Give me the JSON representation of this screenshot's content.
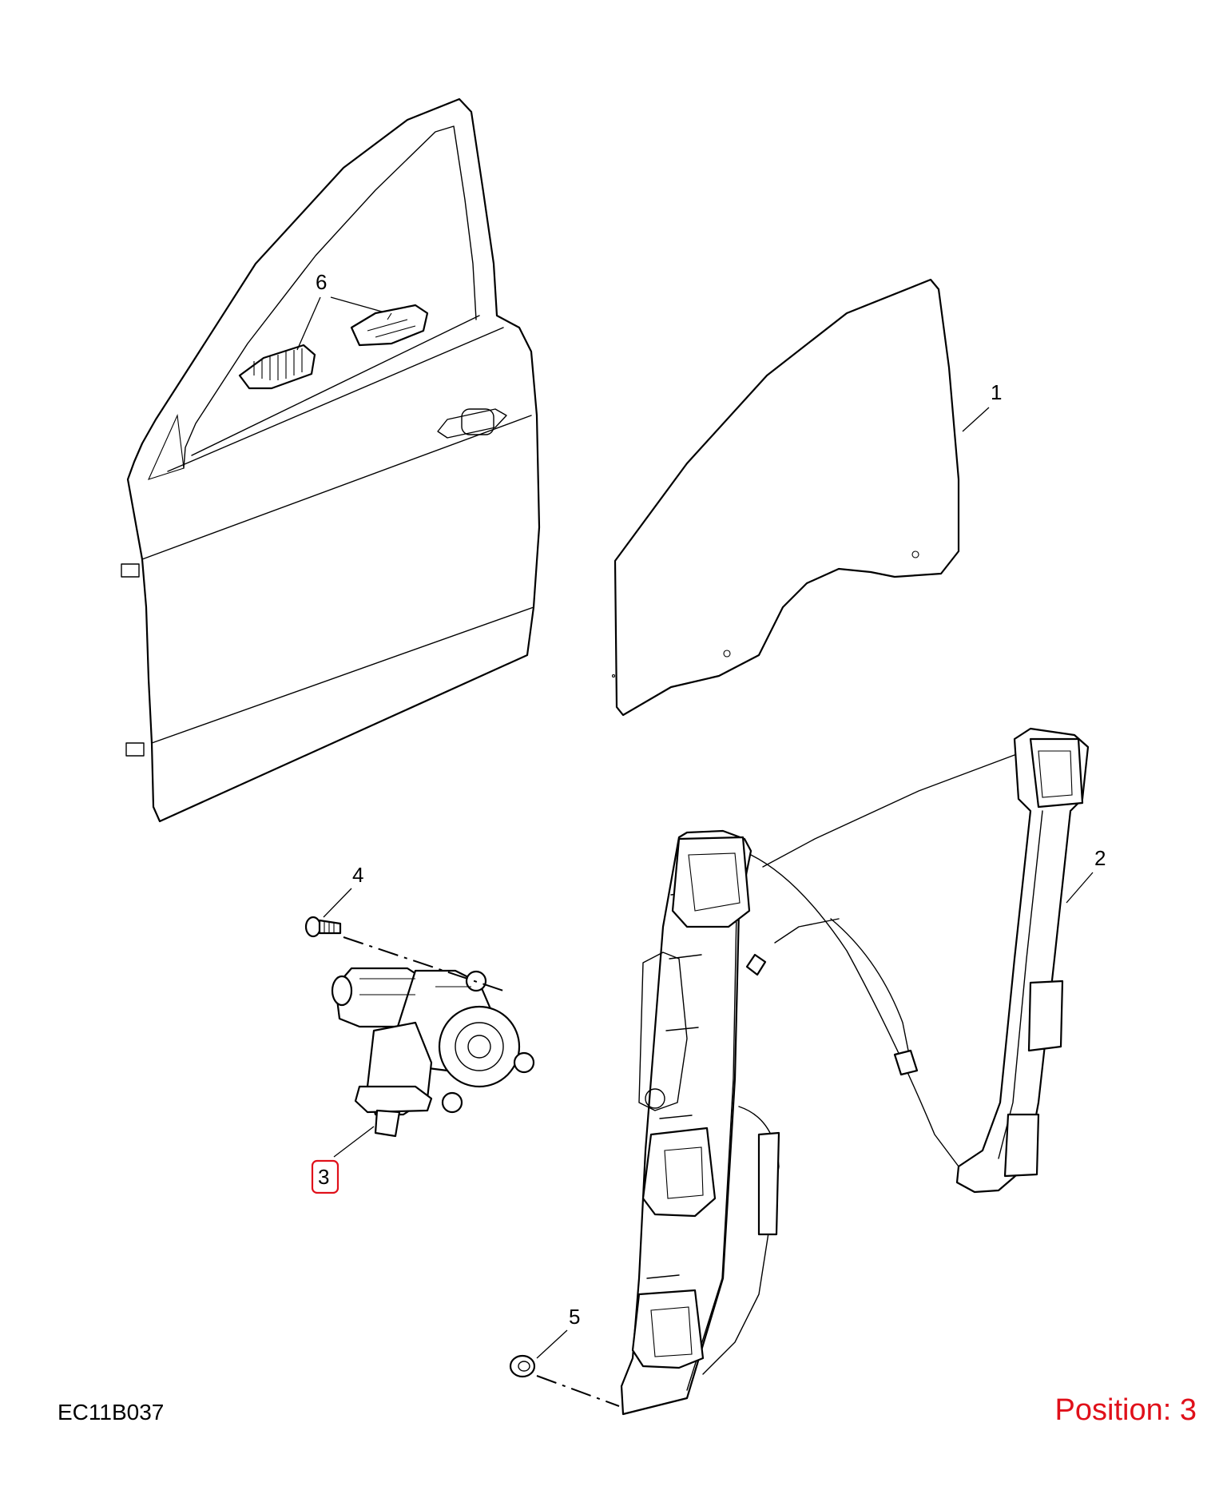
{
  "drawing_code": "EC11B037",
  "position_label": "Position: 3",
  "highlight_color": "#e0101a",
  "callouts": {
    "c1": "1",
    "c2": "2",
    "c3": "3",
    "c4": "4",
    "c5": "5",
    "c6": "6"
  },
  "selected_callout": "3"
}
